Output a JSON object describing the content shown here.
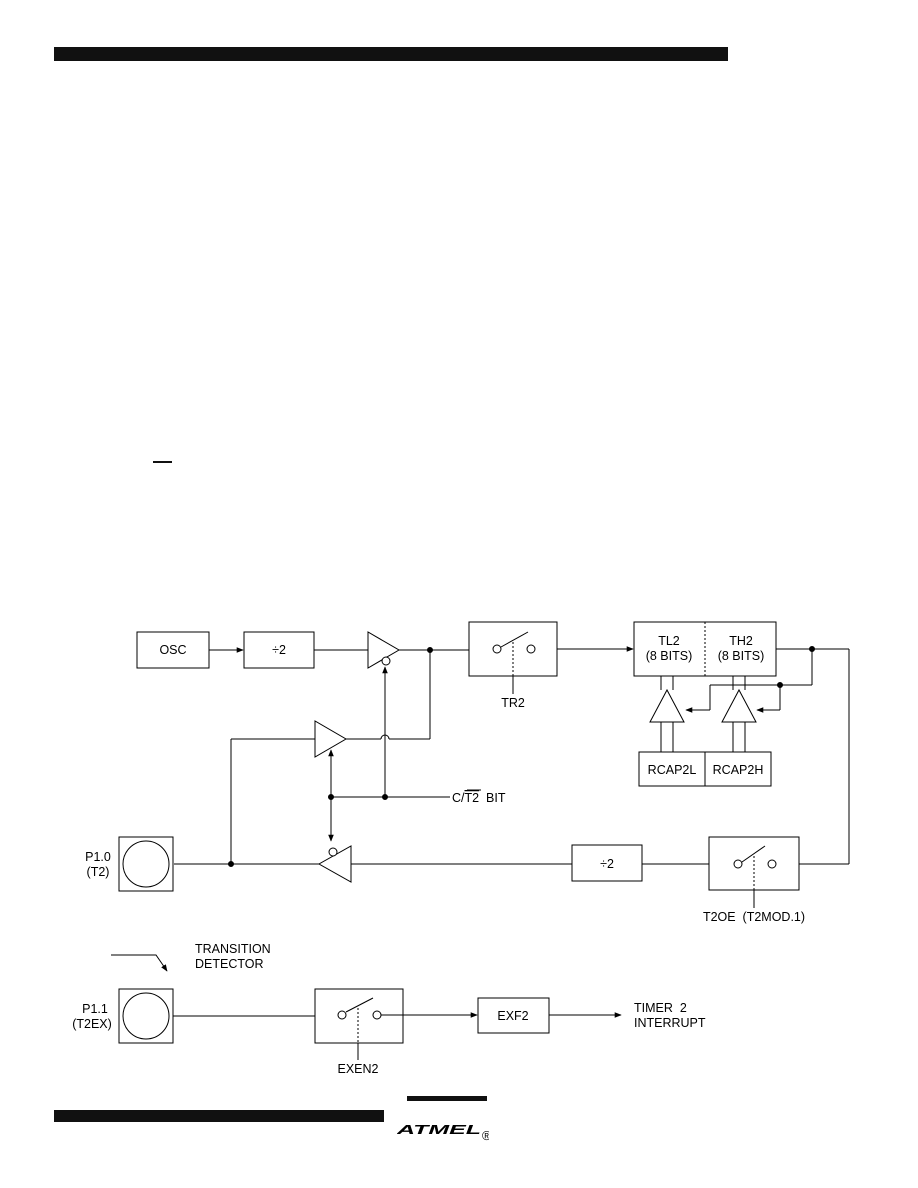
{
  "page": {
    "header_rule": "solid",
    "footer_rule": "solid"
  },
  "diagram": {
    "osc_label": "OSC",
    "div2_top_label": "÷2",
    "div2_bottom_label": "÷2",
    "tl2_line1": "TL2",
    "tl2_line2": "(8  BITS)",
    "th2_line1": "TH2",
    "th2_line2": "(8  BITS)",
    "rcap2l_label": "RCAP2L",
    "rcap2h_label": "RCAP2H",
    "tr2_label": "TR2",
    "ct2_label_prefix": "C/",
    "ct2_label_overline": "T2",
    "ct2_label_suffix": "  BIT",
    "p10_line1": "P1.0",
    "p10_line2": "(T2)",
    "p11_line1": "P1.1",
    "p11_line2": "(T2EX)",
    "t2oe_label": "T2OE  (T2MOD.1)",
    "transition_line1": "TRANSITION",
    "transition_line2": "DETECTOR",
    "exen2_label": "EXEN2",
    "exf2_label": "EXF2",
    "timer2_line1": "TIMER  2",
    "timer2_line2": "INTERRUPT"
  },
  "logo": {
    "text": "ATMEL",
    "mark": "®"
  }
}
